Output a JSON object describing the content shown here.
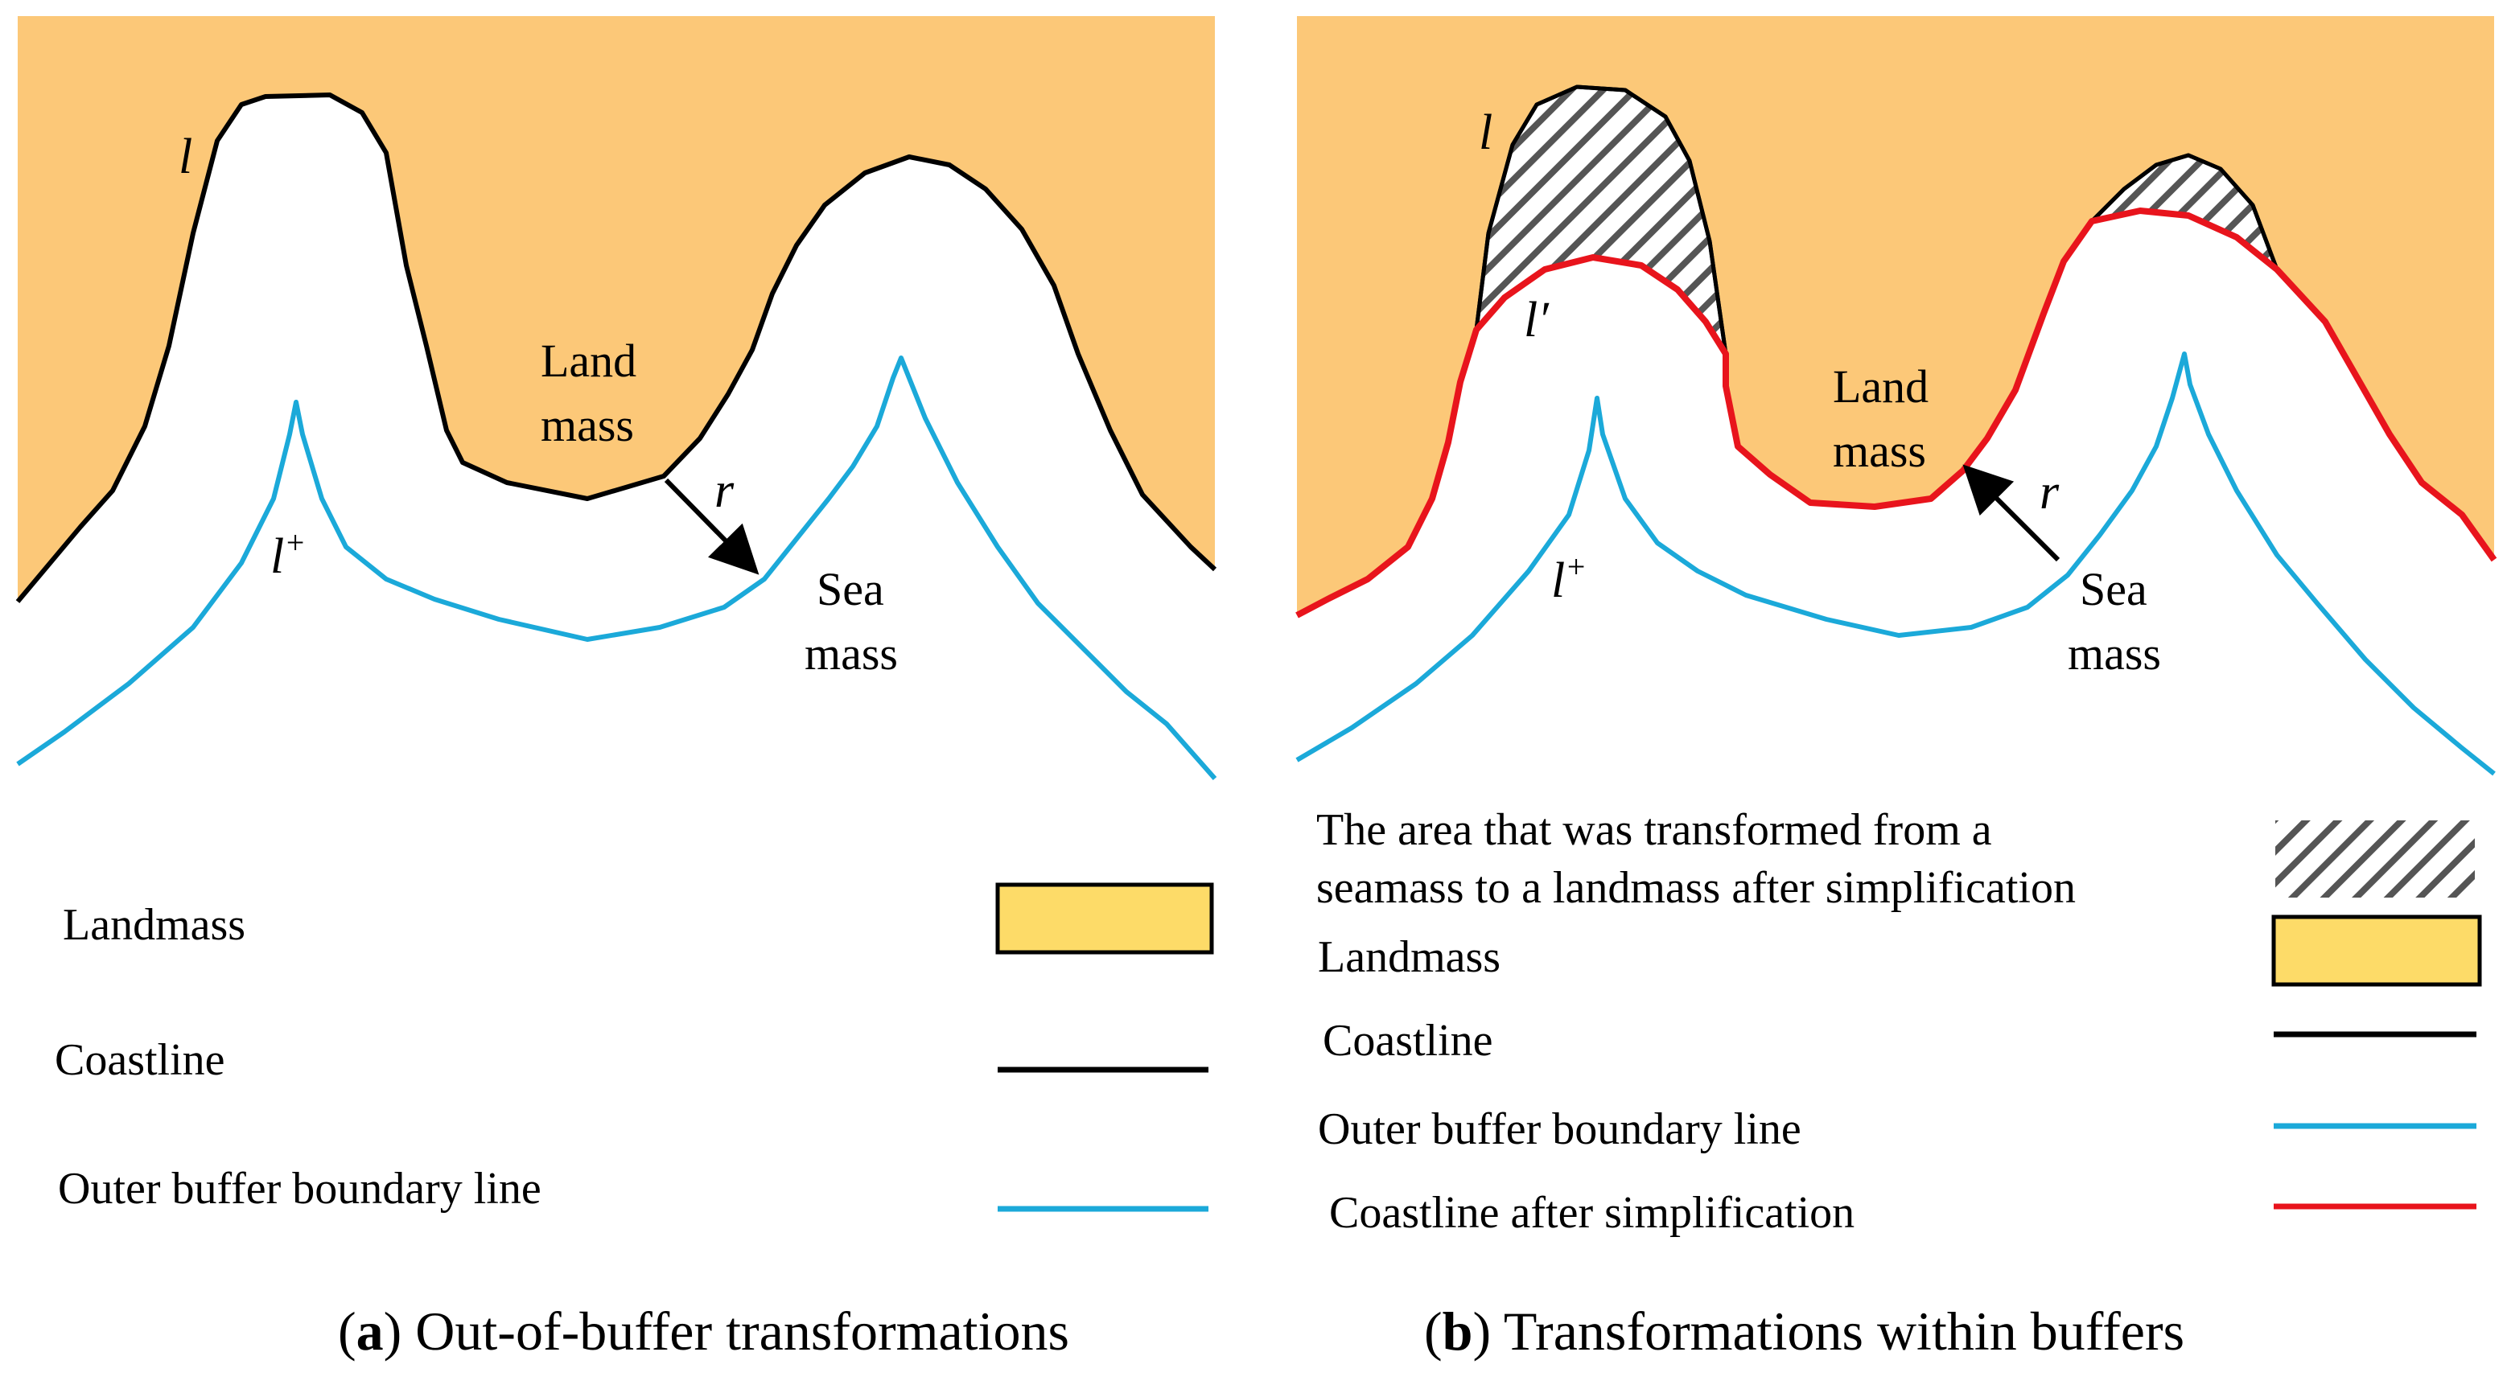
{
  "colors": {
    "land_fill": "#fcc878",
    "legend_land_fill": "#fddb68",
    "coastline": "#000000",
    "buffer_line": "#1ba9d9",
    "simplified_coastline": "#e8141c",
    "arrow": "#000000"
  },
  "panel_a": {
    "labels": {
      "l": "l",
      "l_plus_base": "l",
      "l_plus_sup": "+",
      "land_1": "Land",
      "land_2": "mass",
      "sea_1": "Sea",
      "sea_2": "mass",
      "r": "r"
    },
    "legend": {
      "landmass": "Landmass",
      "coastline": "Coastline",
      "buffer": "Outer buffer boundary line"
    },
    "caption": {
      "open": "(",
      "letter": "a",
      "rest": ") Out-of-buffer transformations"
    }
  },
  "panel_b": {
    "labels": {
      "l": "l",
      "l_prime": "l′",
      "l_plus_base": "l",
      "l_plus_sup": "+",
      "land_1": "Land",
      "land_2": "mass",
      "sea_1": "Sea",
      "sea_2": "mass",
      "r": "r"
    },
    "legend": {
      "transformed_1": "The area that was transformed from a",
      "transformed_2": "seamass to a landmass after simplification",
      "landmass": "Landmass",
      "coastline": "Coastline",
      "buffer": "Outer buffer boundary line",
      "simplified": "Coastline after simplification"
    },
    "caption": {
      "open": "(",
      "letter": "b",
      "rest": ") Transformations within buffers"
    }
  }
}
